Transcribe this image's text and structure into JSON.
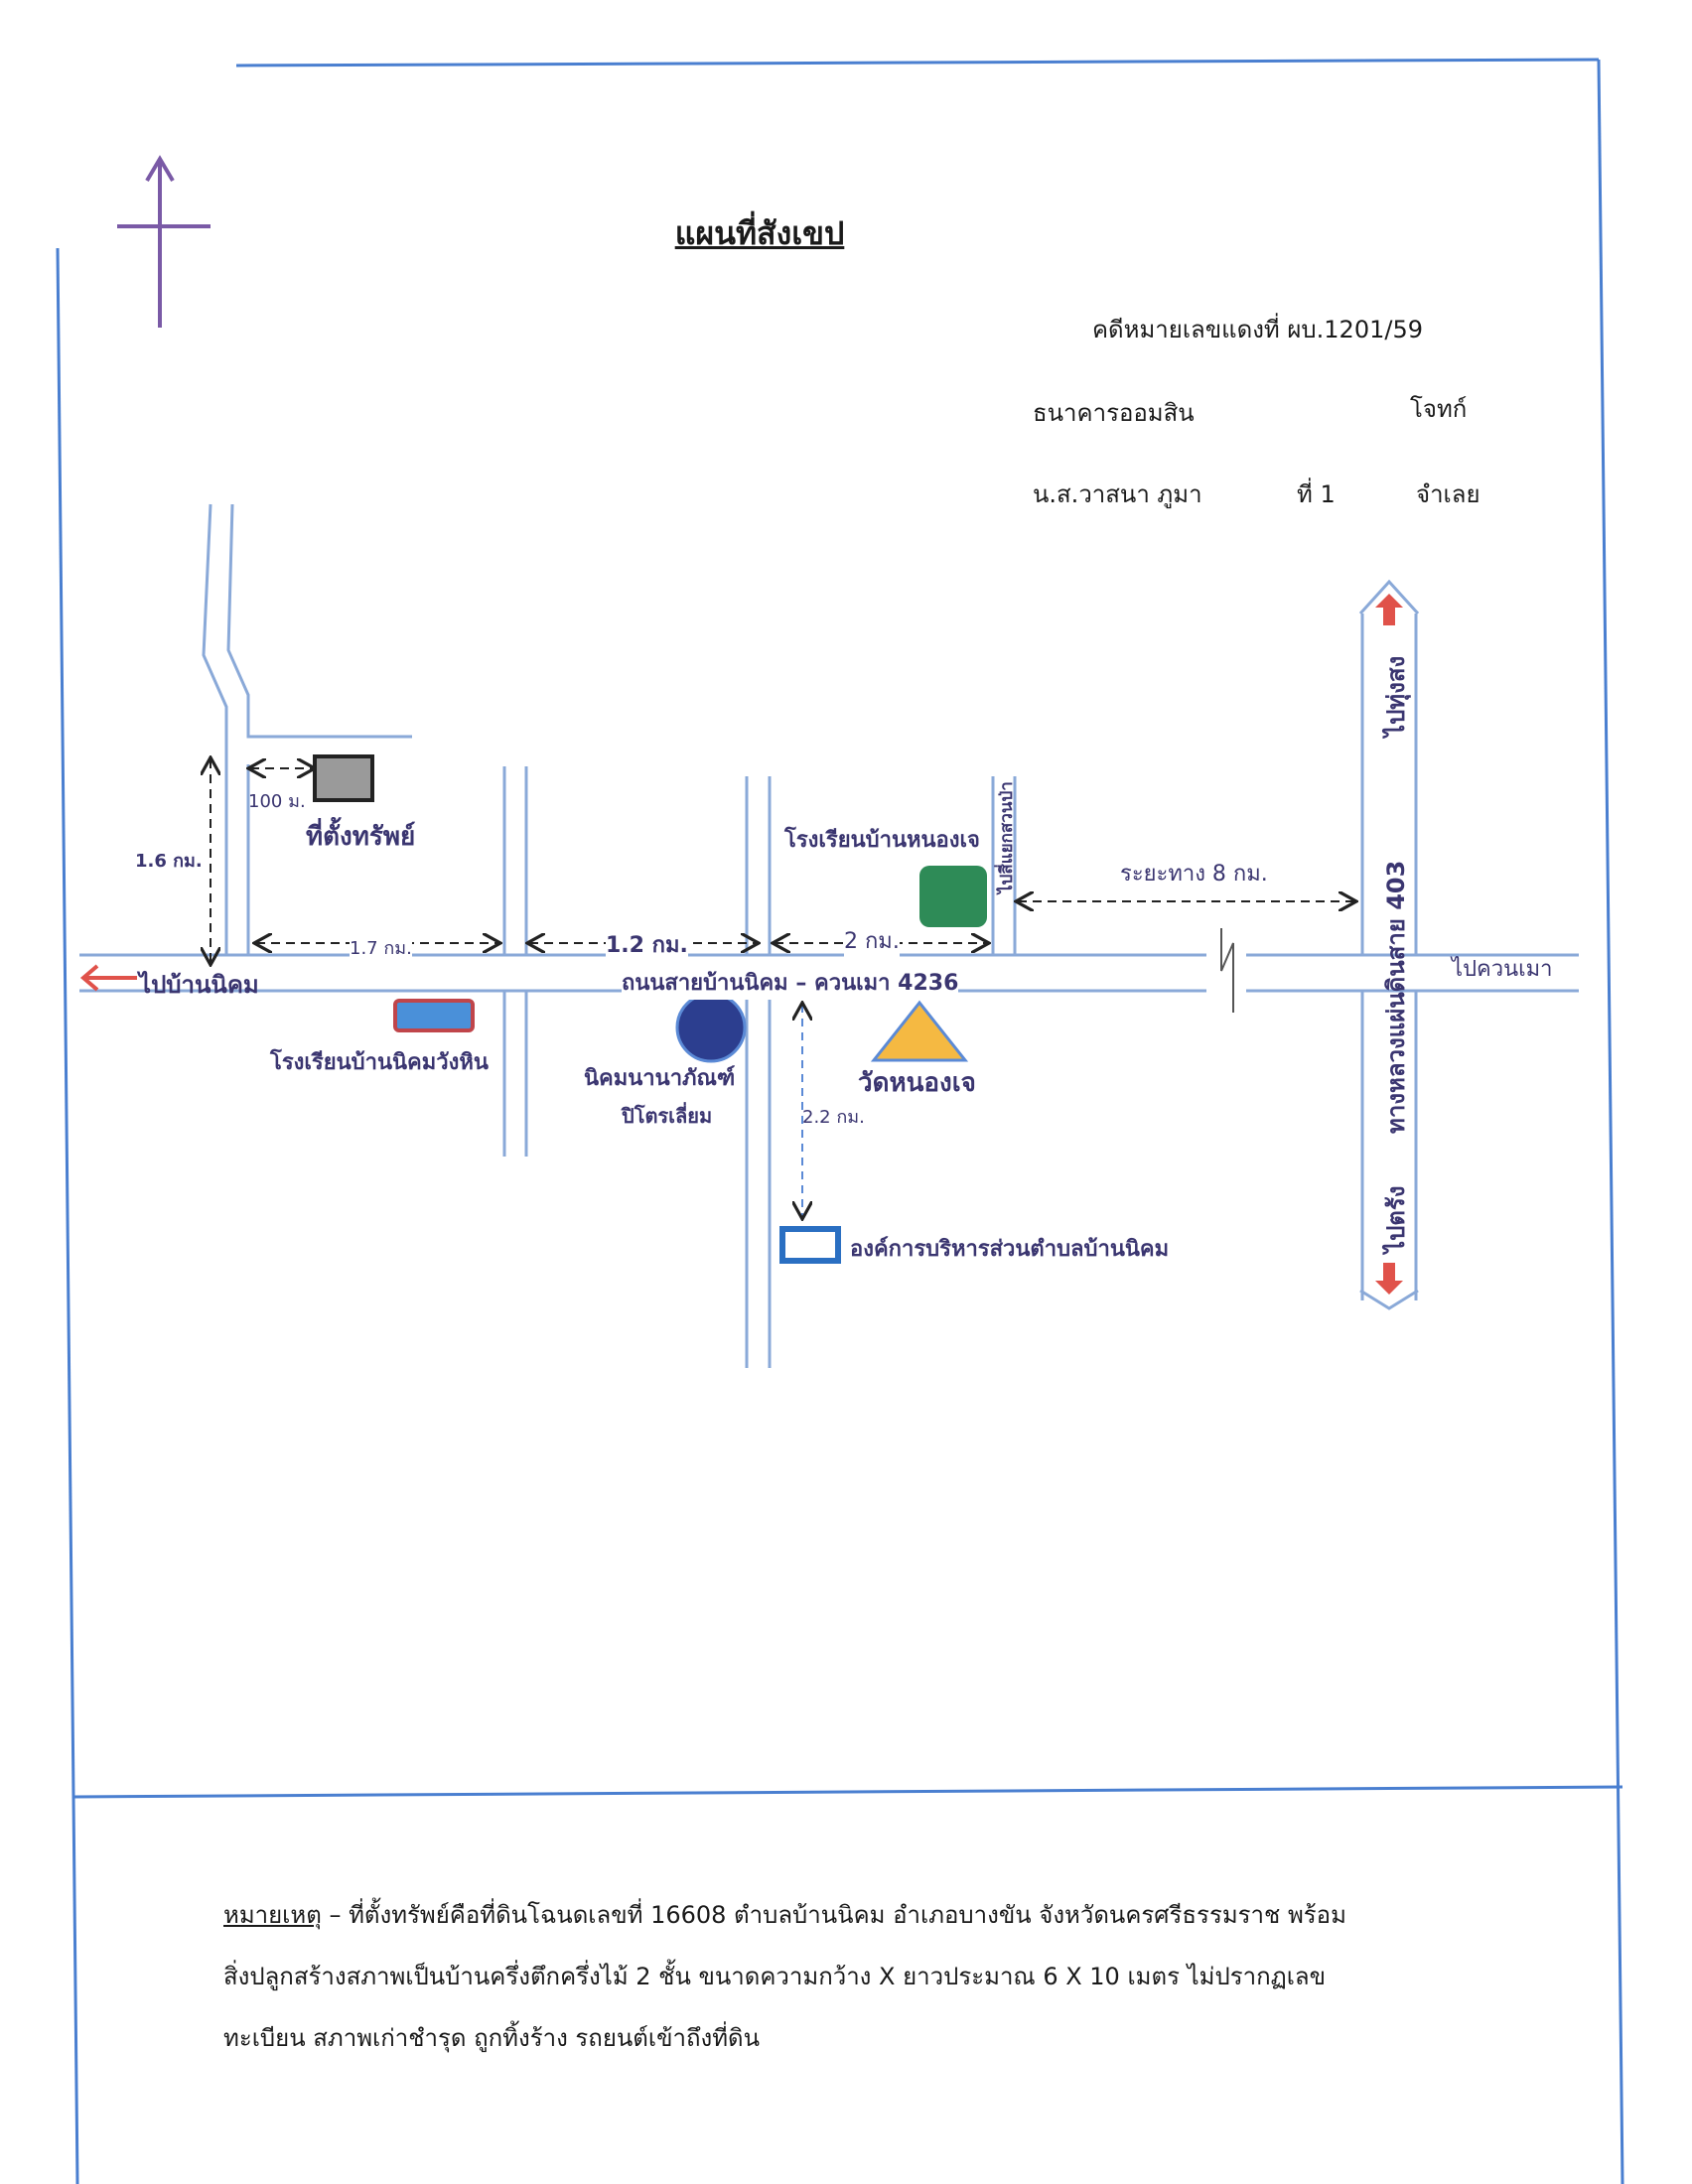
{
  "title": "แผนที่สังเขป",
  "case": {
    "number_label": "คดีหมายเลขแดงที่ ผบ.1201/59",
    "plaintiff_name": "ธนาคารออมสิน",
    "plaintiff_role": "โจทก์",
    "defendant_name": "น.ส.วาสนา ภูมา",
    "defendant_no": "ที่ 1",
    "defendant_role": "จำเลย"
  },
  "map": {
    "property_label": "ที่ตั้งทรัพย์",
    "dist_100m": "100 ม.",
    "dist_1_6km": "1.6 กม.",
    "dist_1_7km": "1.7 กม.",
    "dist_1_2km": "1.2 กม.",
    "dist_2km": "2 กม.",
    "dist_8km": "ระยะทาง 8 กม.",
    "dist_2_2km": "2.2 กม.",
    "to_ban_nikhom": "ไปบ้านนิคม",
    "main_road": "ถนนสายบ้านนิคม – ควนเมา 4236",
    "school_nikhom": "โรงเรียนบ้านนิคมวังหิน",
    "nikhom_shop": "นิคมนานาภัณฑ์",
    "nikhom_shop2": "ปิโตรเลี่ยม",
    "temple": "วัดหนองเจ",
    "school_nongje": "โรงเรียนบ้านหนองเจ",
    "junction": "ไปสี่แยกสวนป่า",
    "sao": "องค์การบริหารส่วนตำบลบ้านนิคม",
    "to_khuan_mao": "ไปควนเมา",
    "highway": "ทางหลวงแผ่นดินสาย 403",
    "to_thung_song": "ไปทุ่งสง",
    "to_trang": "ไปตรัง"
  },
  "note": {
    "label": "หมายเหตุ",
    "line1": "– ที่ตั้งทรัพย์คือที่ดินโฉนดเลขที่ 16608 ตำบลบ้านนิคม อำเภอบางขัน จังหวัดนครศรีธรรมราช พร้อม",
    "line2": "สิ่งปลูกสร้างสภาพเป็นบ้านครึ่งตึกครึ่งไม้ 2 ชั้น ขนาดความกว้าง X ยาวประมาณ 6 X 10 เมตร ไม่ปรากฏเลข",
    "line3": "ทะเบียน สภาพเก่าชำรุด ถูกทิ้งร้าง รถยนต์เข้าถึงที่ดิน"
  },
  "colors": {
    "frame": "#4a7fd0",
    "road": "#8aa9d8",
    "property": "#9a9a9a",
    "school_nikhom": "#4a90d9",
    "school_nongje": "#2e8b57",
    "shop": "#2c3e8f",
    "temple": "#f5b942",
    "arrow_red": "#e0524a",
    "text": "#3a3570",
    "north": "#7a5aa6"
  },
  "icons": [
    "north-arrow-icon",
    "property-marker",
    "school-marker",
    "shop-marker",
    "temple-marker",
    "sao-marker"
  ]
}
